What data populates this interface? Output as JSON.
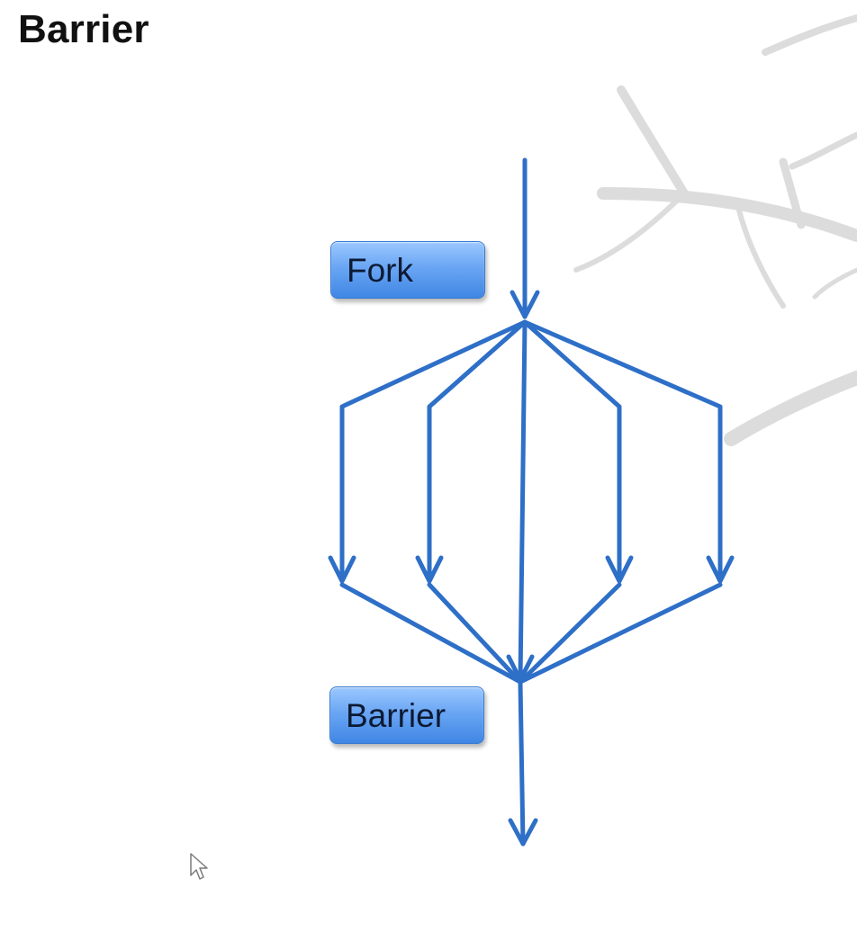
{
  "slide": {
    "title": "Barrier"
  },
  "diagram": {
    "fork_label": "Fork",
    "barrier_label": "Barrier",
    "arrow_color": "#2e6fc7",
    "label_color": "#5f9ef0"
  },
  "icons": {
    "cursor": "mouse-pointer-icon"
  }
}
